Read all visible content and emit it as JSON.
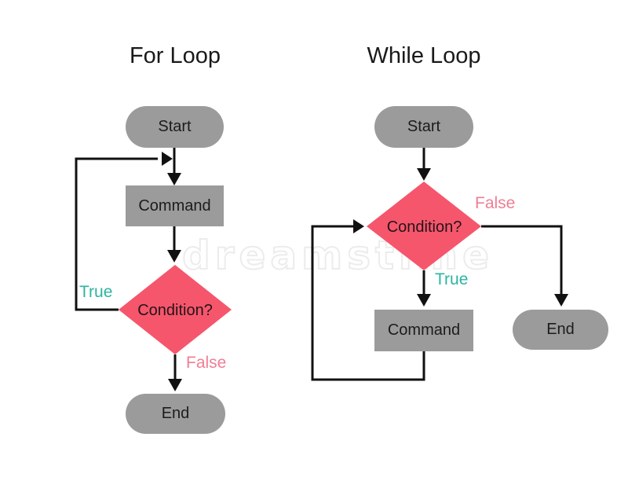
{
  "figure": {
    "watermark_text": "dreamstime",
    "colors": {
      "node_gray": "#9b9b9b",
      "diamond_pink": "#f5566c",
      "line_black": "#111111",
      "true_label_teal": "#2cb5a2",
      "false_label_pink": "#ef7e95",
      "text_dark": "#1c1c1c",
      "watermark_gray": "#ececec"
    }
  },
  "for_loop": {
    "title": "For Loop",
    "nodes": {
      "start": "Start",
      "command": "Command",
      "condition": "Condition?",
      "end": "End"
    },
    "labels": {
      "true": "True",
      "false": "False"
    }
  },
  "while_loop": {
    "title": "While Loop",
    "nodes": {
      "start": "Start",
      "condition": "Condition?",
      "command": "Command",
      "end": "End"
    },
    "labels": {
      "true": "True",
      "false": "False"
    }
  }
}
